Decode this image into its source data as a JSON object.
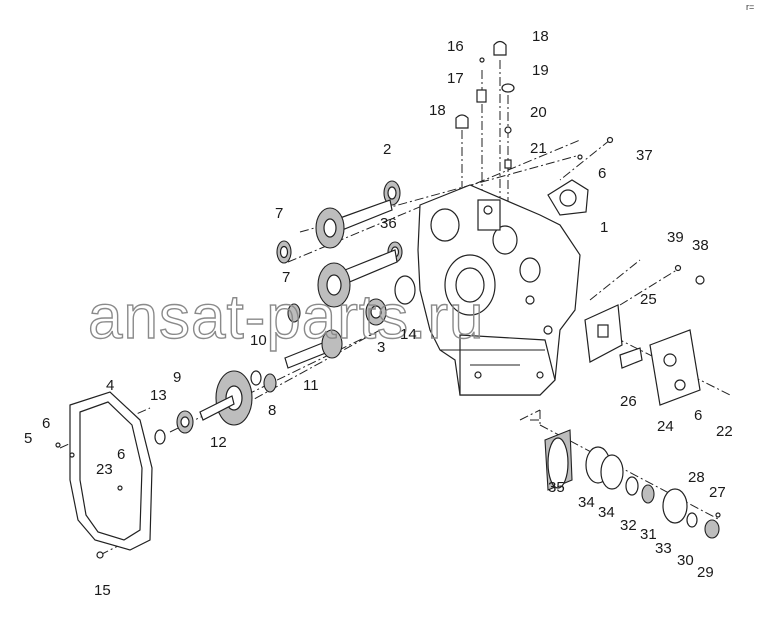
{
  "watermark": "ansat-parts.ru",
  "corner_mark": "r=",
  "callouts": [
    {
      "id": "c16",
      "text": "16"
    },
    {
      "id": "c18a",
      "text": "18"
    },
    {
      "id": "c17",
      "text": "17"
    },
    {
      "id": "c19",
      "text": "19"
    },
    {
      "id": "c18b",
      "text": "18"
    },
    {
      "id": "c20",
      "text": "20"
    },
    {
      "id": "c21",
      "text": "21"
    },
    {
      "id": "c37",
      "text": "37"
    },
    {
      "id": "c2",
      "text": "2"
    },
    {
      "id": "c6a",
      "text": "6"
    },
    {
      "id": "c1",
      "text": "1"
    },
    {
      "id": "c7a",
      "text": "7"
    },
    {
      "id": "c36",
      "text": "36"
    },
    {
      "id": "c39",
      "text": "39"
    },
    {
      "id": "c38",
      "text": "38"
    },
    {
      "id": "c7b",
      "text": "7"
    },
    {
      "id": "c25",
      "text": "25"
    },
    {
      "id": "c14",
      "text": "14"
    },
    {
      "id": "c10",
      "text": "10"
    },
    {
      "id": "c3",
      "text": "3"
    },
    {
      "id": "c9",
      "text": "9"
    },
    {
      "id": "c11",
      "text": "11"
    },
    {
      "id": "c4",
      "text": "4"
    },
    {
      "id": "c8",
      "text": "8"
    },
    {
      "id": "c13",
      "text": "13"
    },
    {
      "id": "c26",
      "text": "26"
    },
    {
      "id": "c6b",
      "text": "6"
    },
    {
      "id": "c12",
      "text": "12"
    },
    {
      "id": "c24",
      "text": "24"
    },
    {
      "id": "c6c",
      "text": "6"
    },
    {
      "id": "c22",
      "text": "22"
    },
    {
      "id": "c5",
      "text": "5"
    },
    {
      "id": "c23",
      "text": "23"
    },
    {
      "id": "c6d",
      "text": "6"
    },
    {
      "id": "c35",
      "text": "35"
    },
    {
      "id": "c28",
      "text": "28"
    },
    {
      "id": "c27",
      "text": "27"
    },
    {
      "id": "c34a",
      "text": "34"
    },
    {
      "id": "c34b",
      "text": "34"
    },
    {
      "id": "c32",
      "text": "32"
    },
    {
      "id": "c31",
      "text": "31"
    },
    {
      "id": "c33",
      "text": "33"
    },
    {
      "id": "c30",
      "text": "30"
    },
    {
      "id": "c29",
      "text": "29"
    },
    {
      "id": "c15",
      "text": "15"
    }
  ]
}
